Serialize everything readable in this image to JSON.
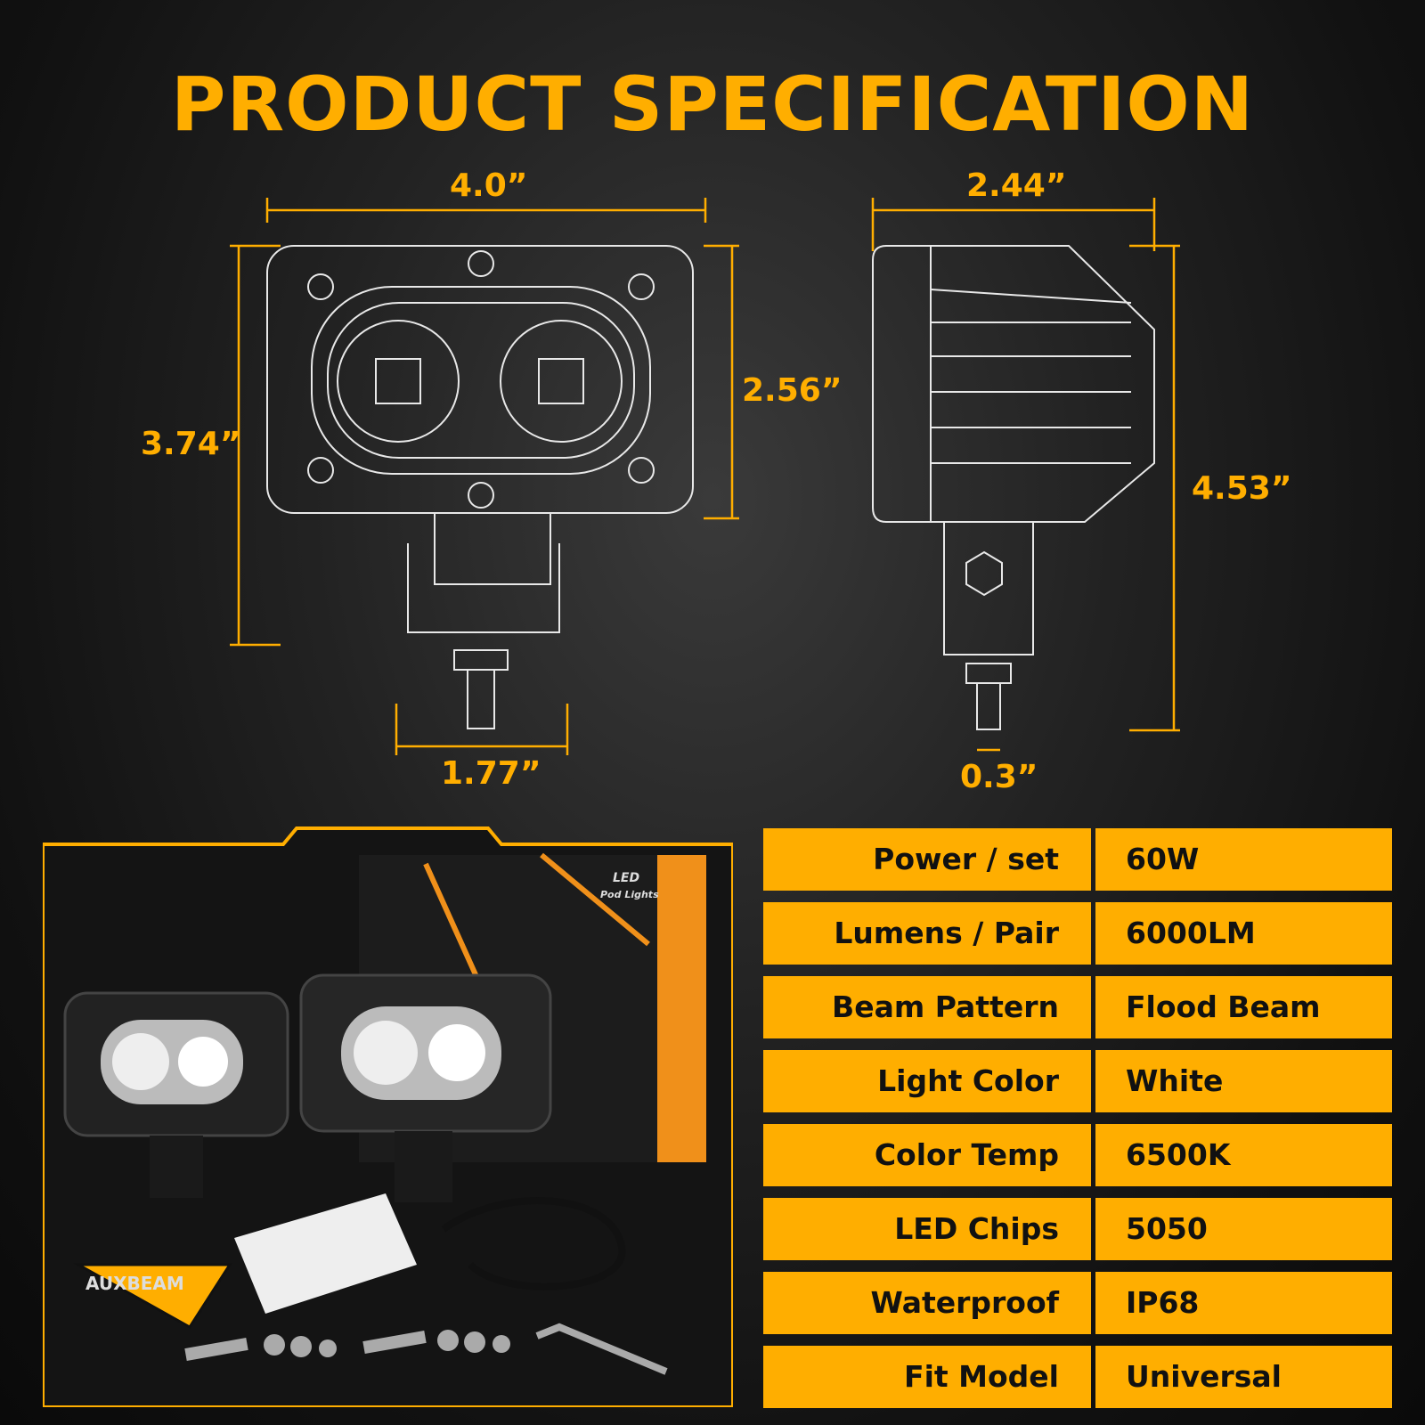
{
  "title": "PRODUCT SPECIFICATION",
  "dimensions": {
    "front_width": "4.0”",
    "front_height_total": "3.74”",
    "front_body_height": "2.56”",
    "bracket_width": "1.77”",
    "side_depth": "2.44”",
    "side_height_total": "4.53”",
    "bolt_diameter": "0.3”"
  },
  "specs": [
    {
      "label": "Power / set",
      "value": "60W"
    },
    {
      "label": "Lumens / Pair",
      "value": "6000LM"
    },
    {
      "label": "Beam Pattern",
      "value": "Flood Beam"
    },
    {
      "label": "Light Color",
      "value": "White"
    },
    {
      "label": "Color Temp",
      "value": "6500K"
    },
    {
      "label": "LED Chips",
      "value": "5050"
    },
    {
      "label": "Waterproof",
      "value": "IP68"
    },
    {
      "label": "Fit Model",
      "value": "Universal"
    }
  ],
  "photo": {
    "brand": "AUXBEAM",
    "box_title": "LED",
    "box_subtitle": "Pod Lights"
  },
  "colors": {
    "accent": "#ffae00",
    "background": "#0d0d0d"
  }
}
